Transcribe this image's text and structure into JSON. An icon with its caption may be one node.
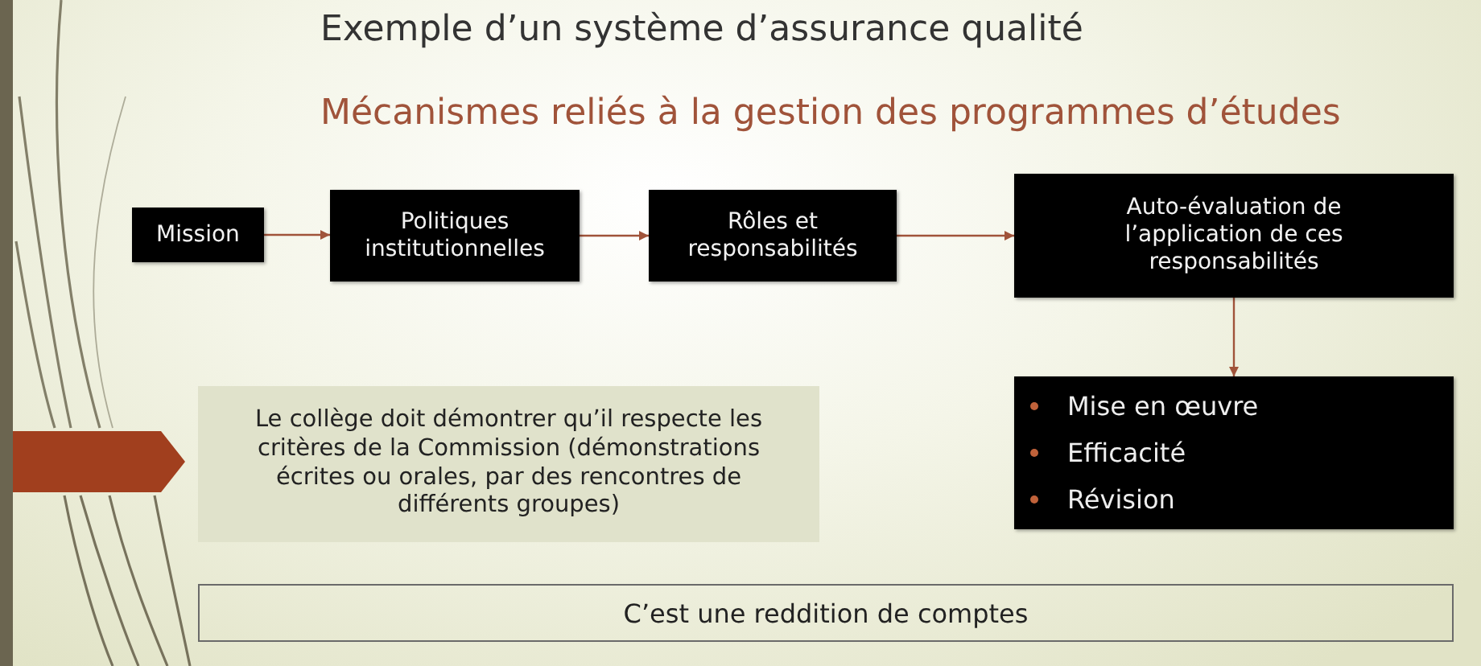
{
  "diagram": {
    "title": "Exemple d’un système d’assurance qualité",
    "nodes": [
      {
        "text": [
          "Mission"
        ]
      },
      {
        "text": [
          "Politiques institutionnelles"
        ]
      },
      {
        "text": [
          "Rôles et responsabilités"
        ]
      },
      {
        "text": [
          "Auto-évaluation de l’application de ces responsabilités"
        ]
      },
      {
        "text": [
          "Mise en œuvre",
          "Efficacité",
          "Révision"
        ]
      },
      {
        "text": [],
        "shape": "pentagon"
      },
      {
        "text": [
          "Le collège doit démontrer qu’il respecte les critères de la Commission (démonstrations écrites ou orales, par des rencontres de différents groupes)"
        ]
      },
      {
        "text": [
          "C’est une reddition de comptes"
        ]
      }
    ],
    "edges": [
      {
        "from": 0,
        "to": 1,
        "arrow": "to"
      },
      {
        "from": 1,
        "to": 2,
        "arrow": "to"
      },
      {
        "from": 2,
        "to": 3,
        "arrow": "to"
      },
      {
        "from": 3,
        "to": 4,
        "arrow": "to"
      }
    ],
    "labels": [
      "Mécanismes reliés à la gestion des programmes d’études"
    ]
  }
}
